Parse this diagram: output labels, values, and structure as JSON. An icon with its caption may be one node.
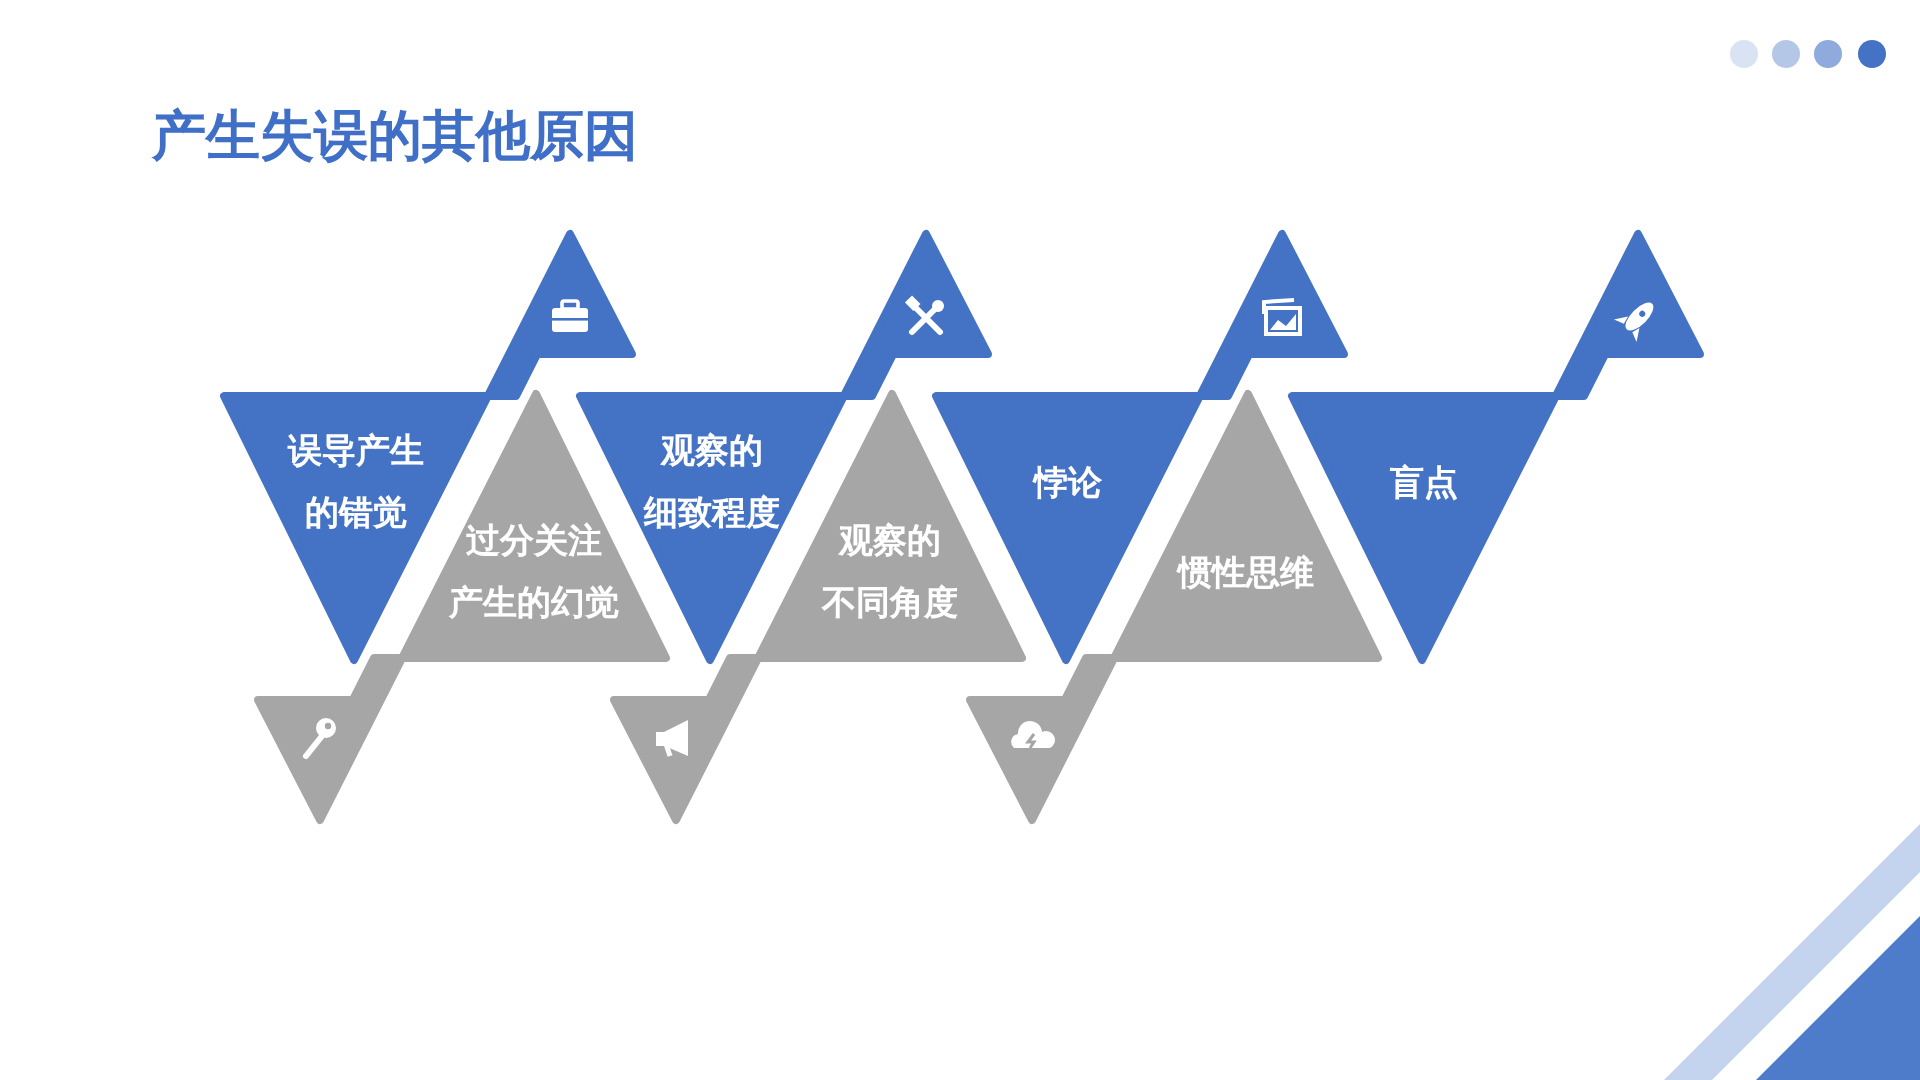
{
  "diagram": {
    "title": "产生失误的其他原因",
    "nodes": [
      {
        "text": [
          "误导产生的错觉"
        ]
      },
      {
        "text": [
          "过分关注产生的幻觉"
        ]
      },
      {
        "text": [
          "观察的细致程度"
        ]
      },
      {
        "text": [
          "观察的不同角度"
        ]
      },
      {
        "text": [
          "悖论"
        ]
      },
      {
        "text": [
          "惯性思维"
        ]
      },
      {
        "text": [
          "盲点"
        ]
      }
    ]
  }
}
